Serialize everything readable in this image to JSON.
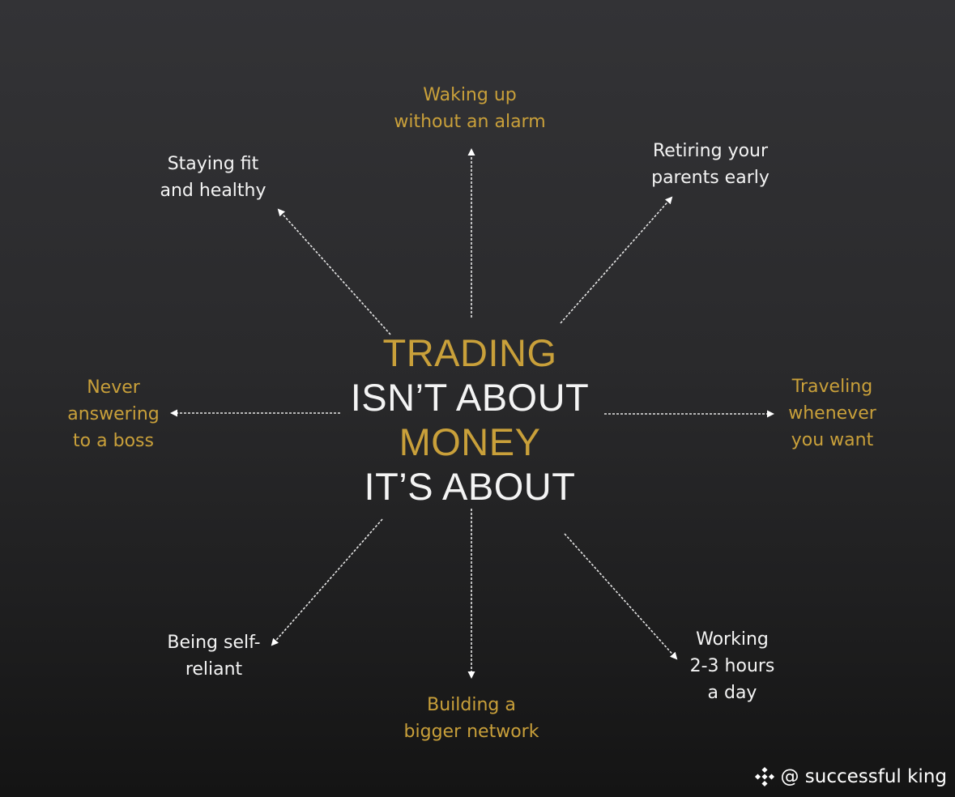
{
  "center": {
    "line1": "TRADING",
    "line2": "ISN’T ABOUT",
    "line3": "MONEY",
    "line4": "IT’S ABOUT"
  },
  "items": {
    "waking": {
      "line1": "Waking up",
      "line2": "without an alarm"
    },
    "retiring": {
      "line1": "Retiring your",
      "line2": "parents early"
    },
    "traveling": {
      "line1": "Traveling",
      "line2": "whenever",
      "line3": "you want"
    },
    "working": {
      "line1": "Working",
      "line2": "2-3 hours",
      "line3": "a day"
    },
    "network": {
      "line1": "Building a",
      "line2": "bigger network"
    },
    "reliant": {
      "line1": "Being self-",
      "line2": "reliant"
    },
    "boss": {
      "line1": "Never",
      "line2": "answering",
      "line3": "to a boss"
    },
    "fit": {
      "line1": "Staying fit",
      "line2": "and healthy"
    }
  },
  "watermark": {
    "text": "@ successful king",
    "icon": "binance-logo-icon"
  },
  "colors": {
    "gold": "#c9a03a",
    "white": "#f4f4f4",
    "arrow": "#e6e6e6"
  }
}
